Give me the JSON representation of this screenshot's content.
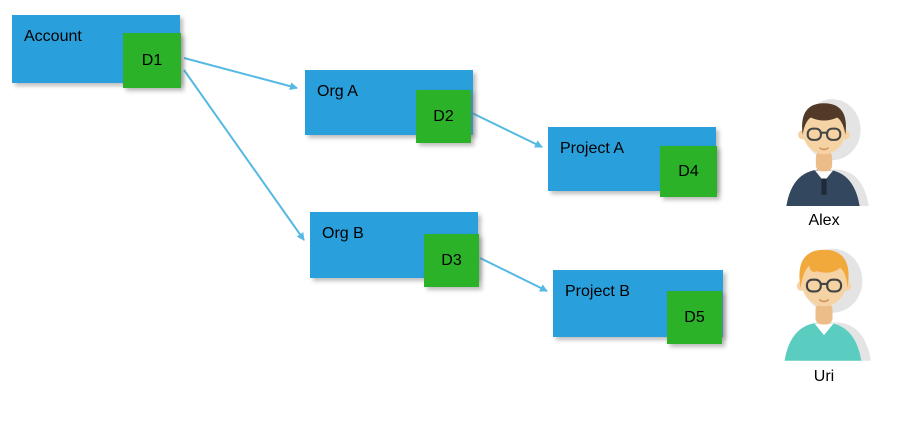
{
  "diagram": {
    "nodes": [
      {
        "label": "Account",
        "badge": "D1"
      },
      {
        "label": "Org A",
        "badge": "D2"
      },
      {
        "label": "Org B",
        "badge": "D3"
      },
      {
        "label": "Project A",
        "badge": "D4"
      },
      {
        "label": "Project B",
        "badge": "D5"
      }
    ],
    "edges": [
      {
        "from": "D1",
        "to": "Org A"
      },
      {
        "from": "D1",
        "to": "Org B"
      },
      {
        "from": "D2",
        "to": "Project A"
      },
      {
        "from": "D3",
        "to": "Project B"
      }
    ],
    "users": [
      {
        "name": "Alex"
      },
      {
        "name": "Uri"
      }
    ],
    "colors": {
      "node_fill": "#29a0dc",
      "badge_fill": "#2cb229",
      "arrow": "#56b9e4",
      "text": "#000000",
      "background": "#ffffff"
    }
  }
}
